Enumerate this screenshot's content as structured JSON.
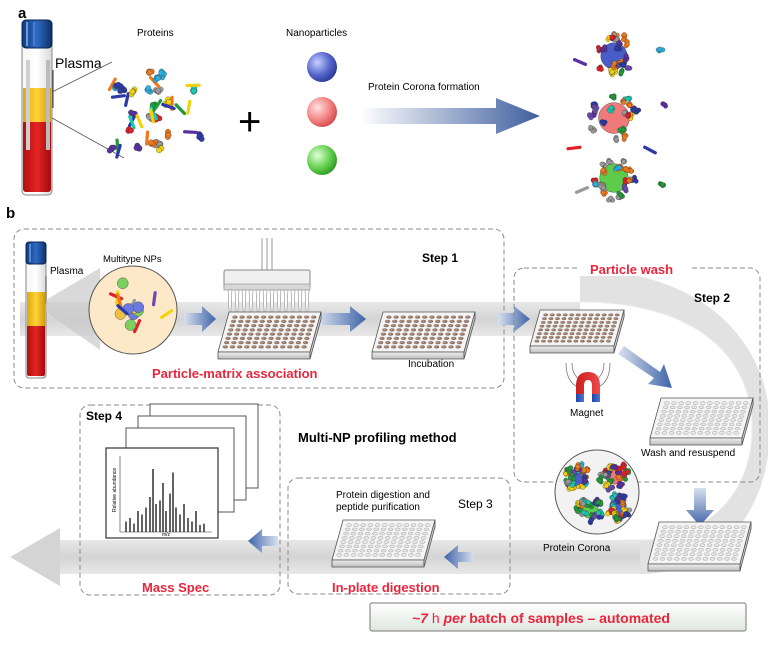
{
  "panel_a": {
    "letter": "a",
    "plasma_label": "Plasma",
    "proteins_label": "Proteins",
    "nanoparticles_label": "Nanoparticles",
    "plus": "+",
    "arrow_label": "Protein Corona formation"
  },
  "panel_b": {
    "letter": "b",
    "plasma_label": "Plasma",
    "multitype_label": "Multitype NPs",
    "step1": "Step 1",
    "incubation": "Incubation",
    "particle_matrix": "Particle-matrix association",
    "particle_wash": "Particle wash",
    "step2": "Step 2",
    "magnet": "Magnet",
    "wash_resuspend": "Wash and resuspend",
    "method_title": "Multi-NP profiling method",
    "step4": "Step 4",
    "spectrum_ylabel": "Relative abundance",
    "spectrum_xlabel": "m/z",
    "digestion_line1": "Protein digestion and",
    "digestion_line2": "peptide purification",
    "step3": "Step 3",
    "protein_corona": "Protein Corona",
    "mass_spec": "Mass Spec",
    "in_plate": "In-plate digestion",
    "time_prefix": "~7",
    "time_unit": " h ",
    "time_per": "per",
    "time_rest": "  batch of samples – automated"
  },
  "colors": {
    "accent_red": "#e8263c",
    "nanoparticle_blue": "#4a5cc8",
    "nanoparticle_red": "#f07a7a",
    "nanoparticle_green": "#5ccc4a",
    "arrow_blue": "#3f64a8",
    "track_grey": "#d6d6d6"
  }
}
